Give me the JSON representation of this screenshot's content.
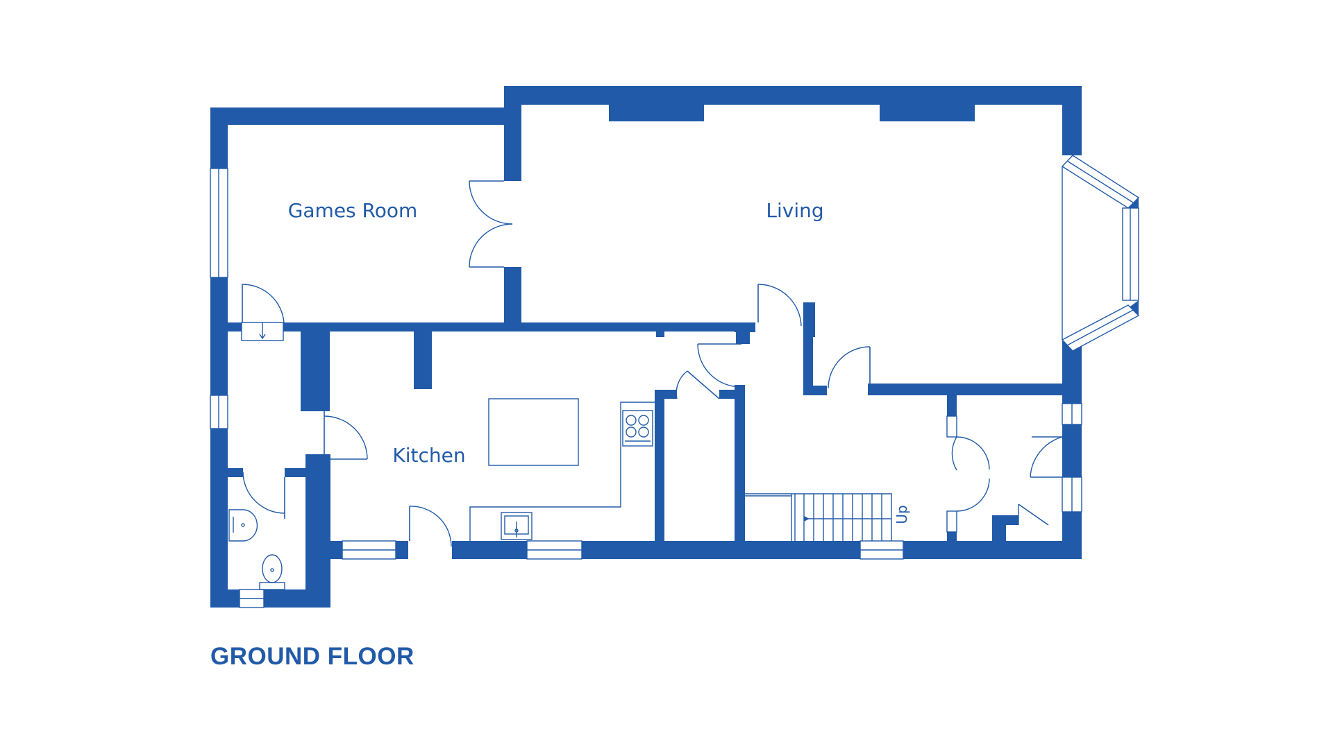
{
  "floor": {
    "title": "GROUND FLOOR"
  },
  "rooms": {
    "games_room": "Games Room",
    "living": "Living",
    "kitchen": "Kitchen"
  },
  "stairs": {
    "direction_label": "Up"
  },
  "colors": {
    "wall": "#215aa8",
    "background": "#ffffff"
  },
  "icons": [
    "hob-icon",
    "sink-icon",
    "basin-icon",
    "toilet-icon",
    "stairs-icon"
  ]
}
